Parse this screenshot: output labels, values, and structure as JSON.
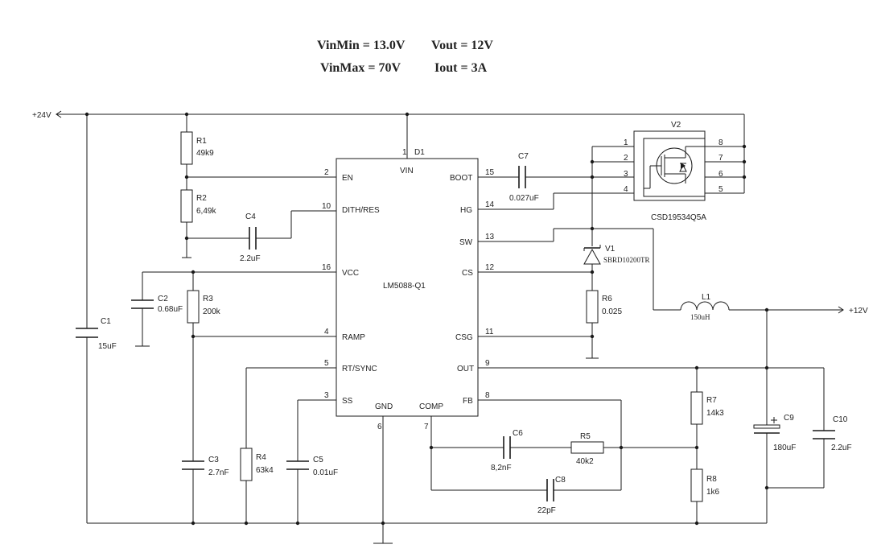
{
  "header": {
    "vinmin": "VinMin = 13.0V",
    "vout": "Vout = 12V",
    "vinmax": "VinMax = 70V",
    "iout": "Iout = 3A"
  },
  "ports": {
    "input": "+24V",
    "output": "+12V"
  },
  "ic": {
    "name": "LM5088-Q1",
    "ref": "D1",
    "pins": {
      "vin": "VIN",
      "en": "EN",
      "dith": "DITH/RES",
      "vcc": "VCC",
      "ramp": "RAMP",
      "rt": "RT/SYNC",
      "ss": "SS",
      "gnd": "GND",
      "comp": "COMP",
      "fb": "FB",
      "out": "OUT",
      "csg": "CSG",
      "cs": "CS",
      "sw": "SW",
      "hg": "HG",
      "boot": "BOOT"
    },
    "pin_numbers": {
      "vin": "1",
      "en": "2",
      "dith": "10",
      "vcc": "16",
      "ramp": "4",
      "rt": "5",
      "ss": "3",
      "gnd": "6",
      "comp": "7",
      "fb": "8",
      "out": "9",
      "csg": "11",
      "cs": "12",
      "sw": "13",
      "hg": "14",
      "boot": "15"
    }
  },
  "mosfet": {
    "ref": "V2",
    "part": "CSD19534Q5A",
    "pins": [
      "1",
      "2",
      "3",
      "4",
      "8",
      "7",
      "6",
      "5"
    ]
  },
  "components": {
    "r1": {
      "ref": "R1",
      "value": "49k9"
    },
    "r2": {
      "ref": "R2",
      "value": "6,49k"
    },
    "r3": {
      "ref": "R3",
      "value": "200k"
    },
    "r4": {
      "ref": "R4",
      "value": "63k4"
    },
    "r5": {
      "ref": "R5",
      "value": "40k2"
    },
    "r6": {
      "ref": "R6",
      "value": "0.025"
    },
    "r7": {
      "ref": "R7",
      "value": "14k3"
    },
    "r8": {
      "ref": "R8",
      "value": "1k6"
    },
    "c1": {
      "ref": "C1",
      "value": "15uF"
    },
    "c2": {
      "ref": "C2",
      "value": "0.68uF"
    },
    "c3": {
      "ref": "C3",
      "value": "2.7nF"
    },
    "c4": {
      "ref": "C4",
      "value": "2.2uF"
    },
    "c5": {
      "ref": "C5",
      "value": "0.01uF"
    },
    "c6": {
      "ref": "C6",
      "value": "8,2nF"
    },
    "c7": {
      "ref": "C7",
      "value": "0.027uF"
    },
    "c8": {
      "ref": "C8",
      "value": "22pF"
    },
    "c9": {
      "ref": "C9",
      "value": "180uF"
    },
    "c10": {
      "ref": "C10",
      "value": "2.2uF"
    },
    "l1": {
      "ref": "L1",
      "value": "150uH"
    },
    "v1": {
      "ref": "V1",
      "value": "SBRD10200TR"
    }
  }
}
